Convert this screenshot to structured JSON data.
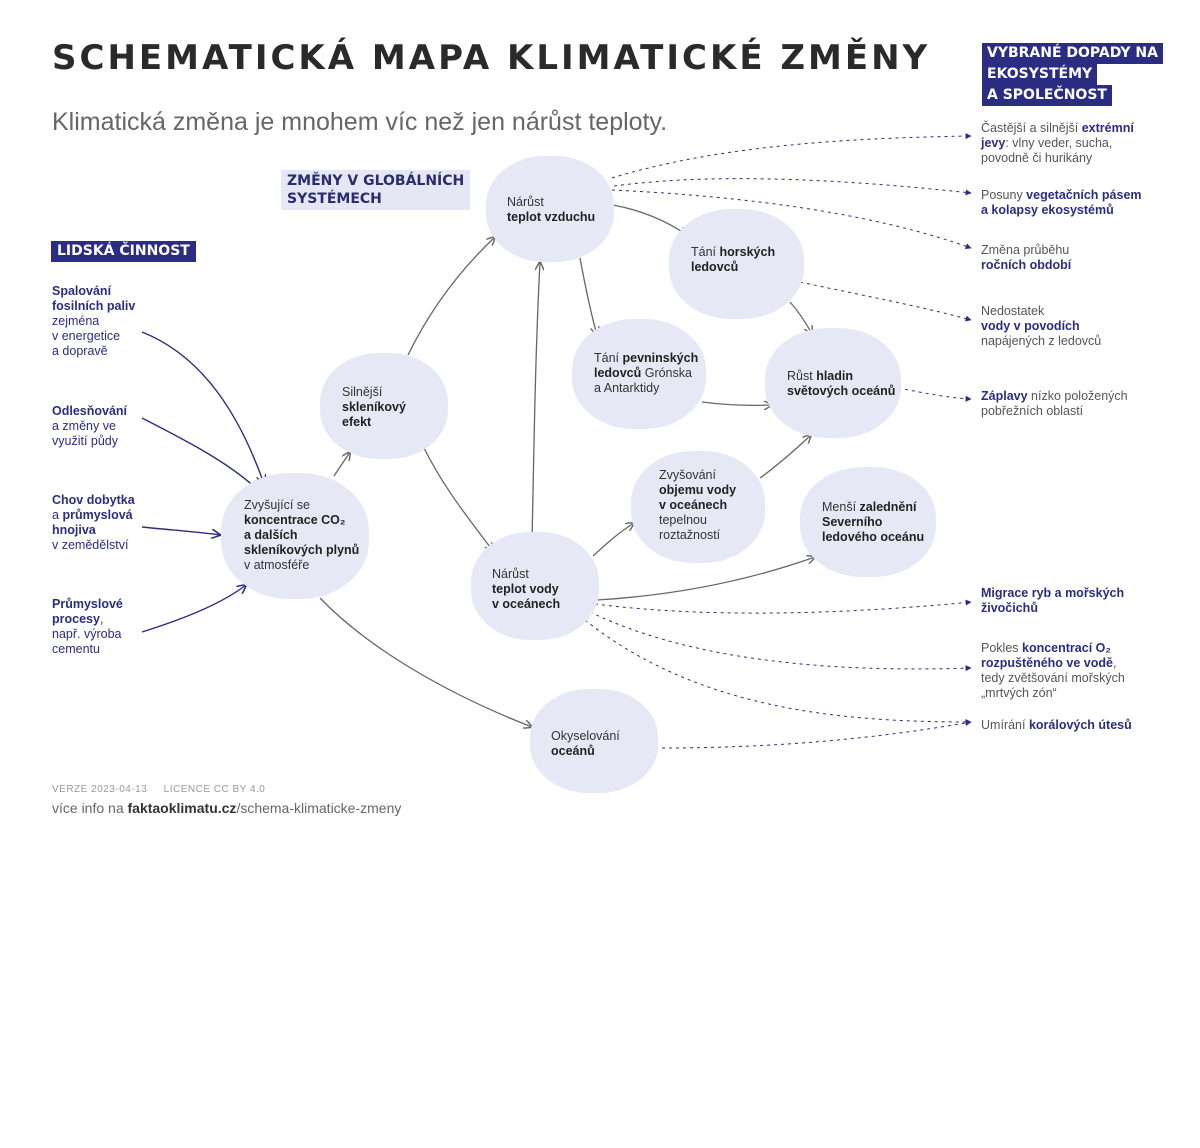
{
  "header": {
    "title": "SCHEMATICKÁ MAPA KLIMATICKÉ ZMĚNY",
    "subtitle": "Klimatická změna je mnohem víc než jen nárůst teploty."
  },
  "sections": {
    "human": "LIDSKÁ ČINNOST",
    "global_1": "ZMĚNY V GLOBÁLNÍCH",
    "global_2": "SYSTÉMECH",
    "impacts_1": "VYBRANÉ DOPADY NA",
    "impacts_2": "EKOSYSTÉMY",
    "impacts_3": "A SPOLEČNOST"
  },
  "causes": {
    "fossil": {
      "l1": "Spalování",
      "l2": "fosilních paliv",
      "l3": "zejména",
      "l4": "v energetice",
      "l5": "a dopravě"
    },
    "defor": {
      "l1": "Odlesňování",
      "l2": "a změny ve",
      "l3": "využití půdy"
    },
    "cattle": {
      "l1": "Chov dobytka",
      "l2a": "a ",
      "l2b": "průmyslová",
      "l3": "hnojiva",
      "l4": "v zemědělství"
    },
    "industry": {
      "l1": "Průmyslové",
      "l2a": "procesy",
      "l2b": ",",
      "l3": "např. výroba",
      "l4": "cementu"
    }
  },
  "nodes": {
    "co2": {
      "l1": "Zvyšující se",
      "l2": "koncentrace CO₂",
      "l3": "a dalších",
      "l4": "skleníkových plynů",
      "l5": "v atmosféře"
    },
    "greenhouse": {
      "l1": "Silnější",
      "l2": "skleníkový",
      "l3": "efekt"
    },
    "air": {
      "l1": "Nárůst",
      "l2": "teplot vzduchu"
    },
    "mountain": {
      "l1a": "Tání ",
      "l1b": "horských",
      "l2": "ledovců"
    },
    "continental": {
      "l1a": "Tání ",
      "l1b": "pevninských",
      "l2a": "ledovců",
      "l2b": " Grónska",
      "l3": "a Antarktidy"
    },
    "sea_level": {
      "l1a": "Růst ",
      "l1b": "hladin",
      "l2": "světových oceánů"
    },
    "volume": {
      "l1": "Zvyšování",
      "l2": "objemu vody",
      "l3": "v oceánech",
      "l4": "tepelnou",
      "l5": "roztažností"
    },
    "arctic": {
      "l1a": "Menší ",
      "l1b": "zalednění",
      "l2": "Severního",
      "l3": "ledového oceánu"
    },
    "ocean_temp": {
      "l1": "Nárůst",
      "l2": "teplot vody",
      "l3": "v oceánech"
    },
    "acid": {
      "l1": "Okyselování",
      "l2": "oceánů"
    }
  },
  "impacts": {
    "extreme": {
      "l1a": "Častější a silnější ",
      "l1b": "extrémní",
      "l2a": "jevy",
      "l2b": ": vlny veder, sucha,",
      "l3": "povodně či hurikány"
    },
    "vegetation": {
      "l1a": "Posuny ",
      "l1b": "vegetačních pásem",
      "l2": "a kolapsy ekosystémů"
    },
    "seasons": {
      "l1": "Změna průběhu",
      "l2": "ročních období"
    },
    "water": {
      "l1": "Nedostatek",
      "l2": "vody v povodích",
      "l3": "napájených z ledovců"
    },
    "floods": {
      "l1a": "Záplavy",
      "l1b": " nízko položených",
      "l2": "pobřežních oblastí"
    },
    "fish": {
      "l1": "Migrace ryb a mořských",
      "l2": "živočichů"
    },
    "oxygen": {
      "l1a": "Pokles ",
      "l1b": "koncentrací O₂",
      "l2": "rozpuštěného ve vodě",
      "l2c": ",",
      "l3": "tedy zvětšování mořských",
      "l4": "„mrtvých zón“"
    },
    "coral": {
      "l1a": "Umírání ",
      "l1b": "korálových útesů"
    }
  },
  "footer": {
    "version": "VERZE 2023-04-13     LICENCE CC BY 4.0",
    "info_a": "více info na ",
    "info_b": "faktaoklimatu.cz",
    "info_c": "/schema-klimaticke-zmeny"
  },
  "colors": {
    "accent": "#2b2d82",
    "blob": "#e6e8f6",
    "arrow": "#666666"
  }
}
